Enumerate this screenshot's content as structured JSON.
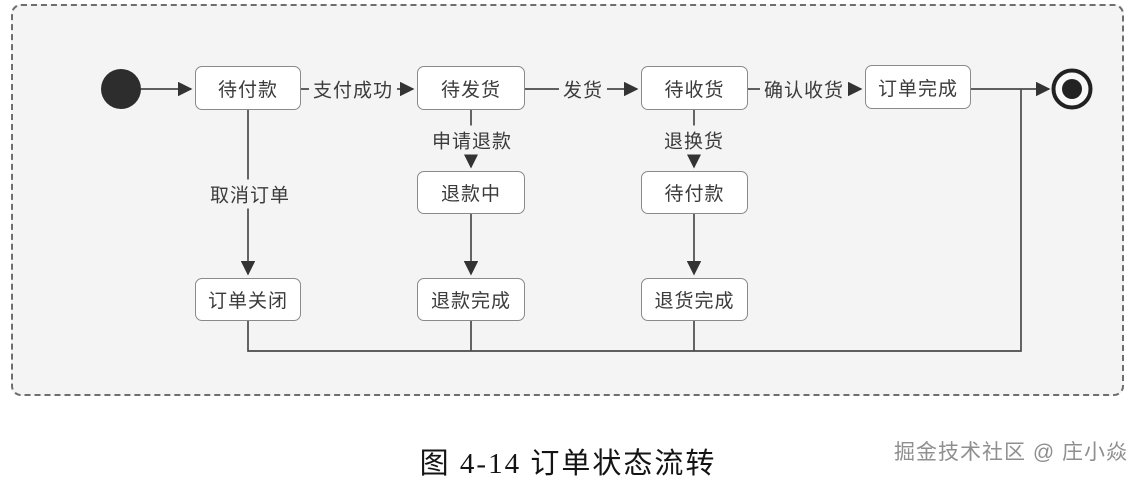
{
  "figure": {
    "caption": "图 4-14 订单状态流转",
    "watermark": "掘金技术社区 @ 庄小焱"
  },
  "diagram": {
    "nodes": {
      "start": "initial-node",
      "end": "final-node"
    },
    "states": {
      "pending_payment": "待付款",
      "pending_shipment": "待发货",
      "pending_receipt": "待收货",
      "order_complete": "订单完成",
      "refunding": "退款中",
      "pending_payment_2": "待付款",
      "order_closed": "订单关闭",
      "refund_complete": "退款完成",
      "return_complete": "退货完成"
    },
    "transitions": {
      "pay_success": "支付成功",
      "ship": "发货",
      "confirm_receipt": "确认收货",
      "apply_refund": "申请退款",
      "return_exchange": "退换货",
      "cancel_order": "取消订单"
    },
    "colors": {
      "canvas_bg": "#f4f4f4",
      "state_bg": "#ffffff",
      "state_border": "#8a8a8a",
      "connector": "#4a4a4a",
      "text": "#3b3b3b",
      "node_fill": "#2d2d2d",
      "dashed_border": "#6e6e6e"
    }
  }
}
